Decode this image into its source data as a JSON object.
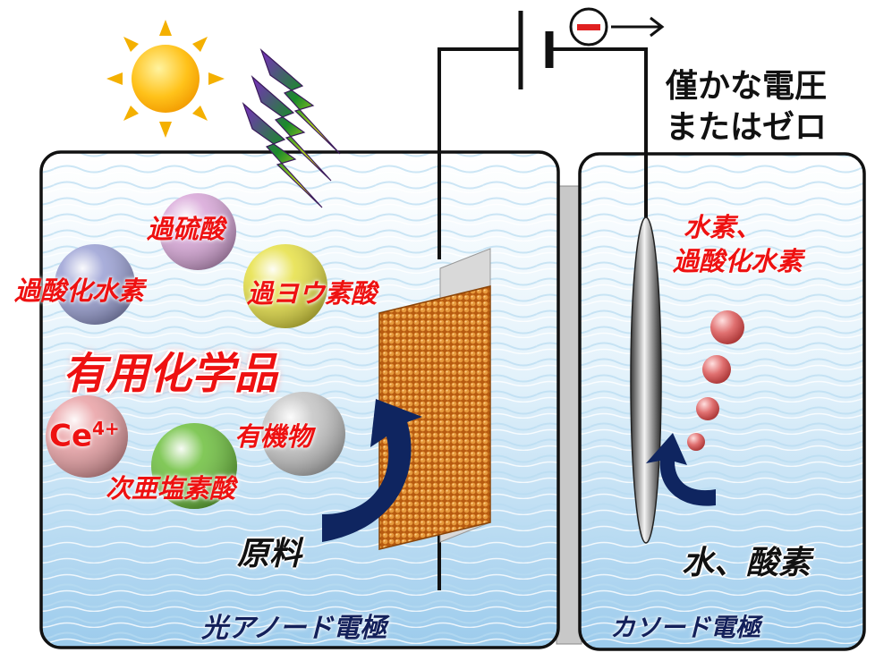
{
  "voltage_label": {
    "line1": "僅かな電圧",
    "line2": "またはゼロ"
  },
  "electron_symbol": "−",
  "anode": {
    "title": "光アノード電極",
    "feedstock_label": "原料",
    "products_title": "有用化学品",
    "products": [
      {
        "name": "過硫酸",
        "color": "#d8a6d8"
      },
      {
        "name": "過酸化水素",
        "color": "#9aa0d4"
      },
      {
        "name": "過ヨウ素酸",
        "color": "#e6e044"
      },
      {
        "name": "Ce4+",
        "color": "#e9a0a4"
      },
      {
        "name": "有機物",
        "color": "#c4c4c4"
      },
      {
        "name": "次亜塩素酸",
        "color": "#6cbf3c"
      }
    ]
  },
  "cathode": {
    "title": "カソード電極",
    "product_label_line1": "水素、",
    "product_label_line2": "過酸化水素",
    "reactant_label": "水、酸素"
  },
  "ce_label": {
    "base": "Ce",
    "sup": "4+"
  },
  "colors": {
    "product_text": "#ee1111",
    "electrode": "#d77a1a",
    "arrow": "#0f2560",
    "bubble": "#d85a5a"
  }
}
